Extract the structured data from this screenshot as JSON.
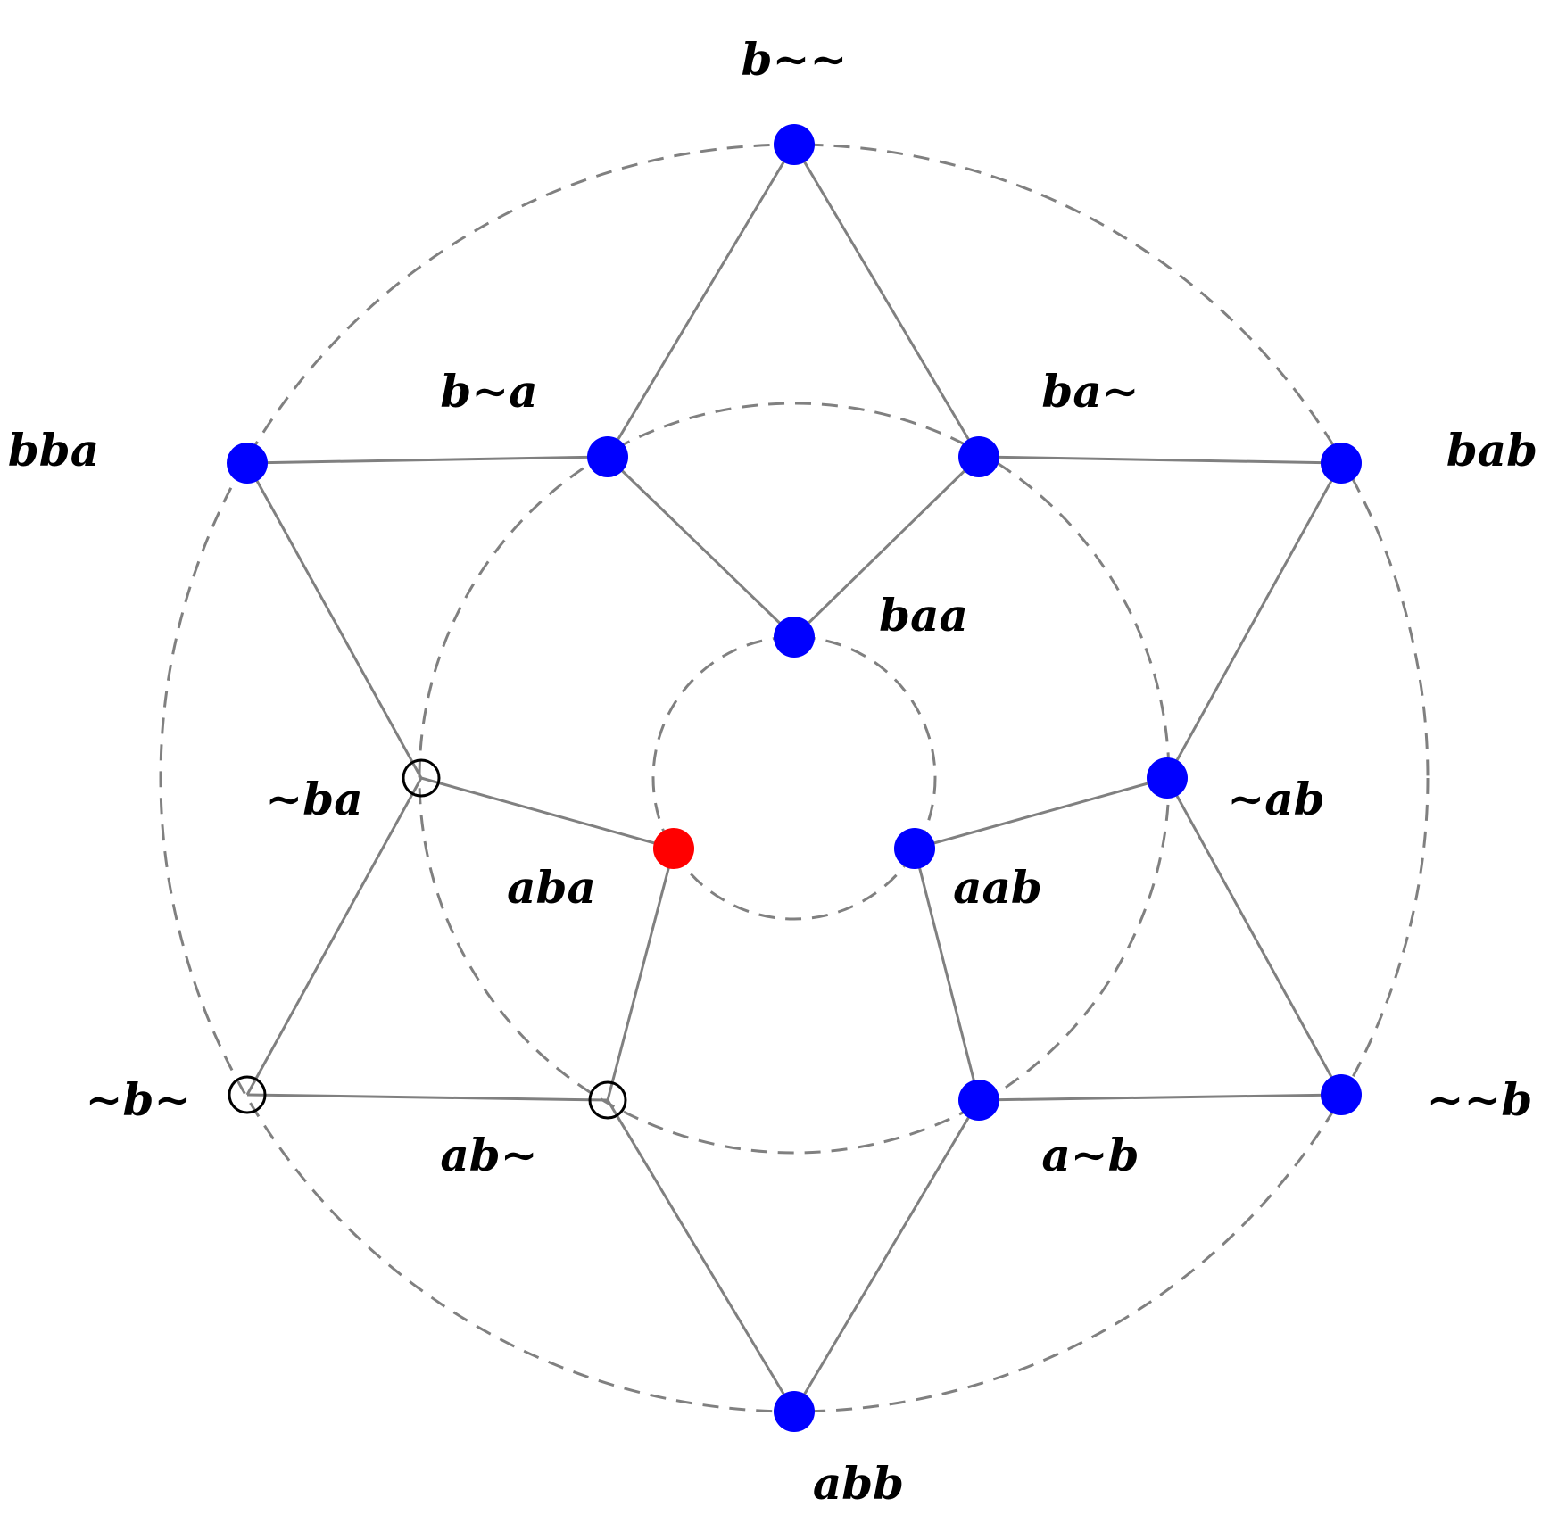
{
  "colors": {
    "filled": "#0000ff",
    "highlight": "#ff0000",
    "open_stroke": "#000000",
    "edge": "#808080",
    "ring": "#808080"
  },
  "nodes": [
    {
      "id": "b~~",
      "label": "b∼∼",
      "state": "filled"
    },
    {
      "id": "b~a",
      "label": "b∼a",
      "state": "filled"
    },
    {
      "id": "ba~",
      "label": "ba∼",
      "state": "filled"
    },
    {
      "id": "bba",
      "label": "bba",
      "state": "filled"
    },
    {
      "id": "bab",
      "label": "bab",
      "state": "filled"
    },
    {
      "id": "baa",
      "label": "baa",
      "state": "filled"
    },
    {
      "id": "~ba",
      "label": "∼ba",
      "state": "open"
    },
    {
      "id": "~ab",
      "label": "∼ab",
      "state": "filled"
    },
    {
      "id": "aba",
      "label": "aba",
      "state": "highlight"
    },
    {
      "id": "aab",
      "label": "aab",
      "state": "filled"
    },
    {
      "id": "~b~",
      "label": "∼b∼",
      "state": "open"
    },
    {
      "id": "ab~",
      "label": "ab∼",
      "state": "open"
    },
    {
      "id": "a~b",
      "label": "a∼b",
      "state": "filled"
    },
    {
      "id": "~~b",
      "label": "∼∼b",
      "state": "filled"
    },
    {
      "id": "abb",
      "label": "abb",
      "state": "filled"
    }
  ],
  "edges": [
    [
      "b~~",
      "b~a"
    ],
    [
      "b~~",
      "ba~"
    ],
    [
      "bba",
      "b~a"
    ],
    [
      "ba~",
      "bab"
    ],
    [
      "b~a",
      "baa"
    ],
    [
      "ba~",
      "baa"
    ],
    [
      "bba",
      "~ba"
    ],
    [
      "bab",
      "~ab"
    ],
    [
      "~ba",
      "aba"
    ],
    [
      "~ab",
      "aab"
    ],
    [
      "~ba",
      "~b~"
    ],
    [
      "~ab",
      "~~b"
    ],
    [
      "~b~",
      "ab~"
    ],
    [
      "a~b",
      "~~b"
    ],
    [
      "aba",
      "ab~"
    ],
    [
      "aab",
      "a~b"
    ],
    [
      "ab~",
      "abb"
    ],
    [
      "a~b",
      "abb"
    ]
  ]
}
